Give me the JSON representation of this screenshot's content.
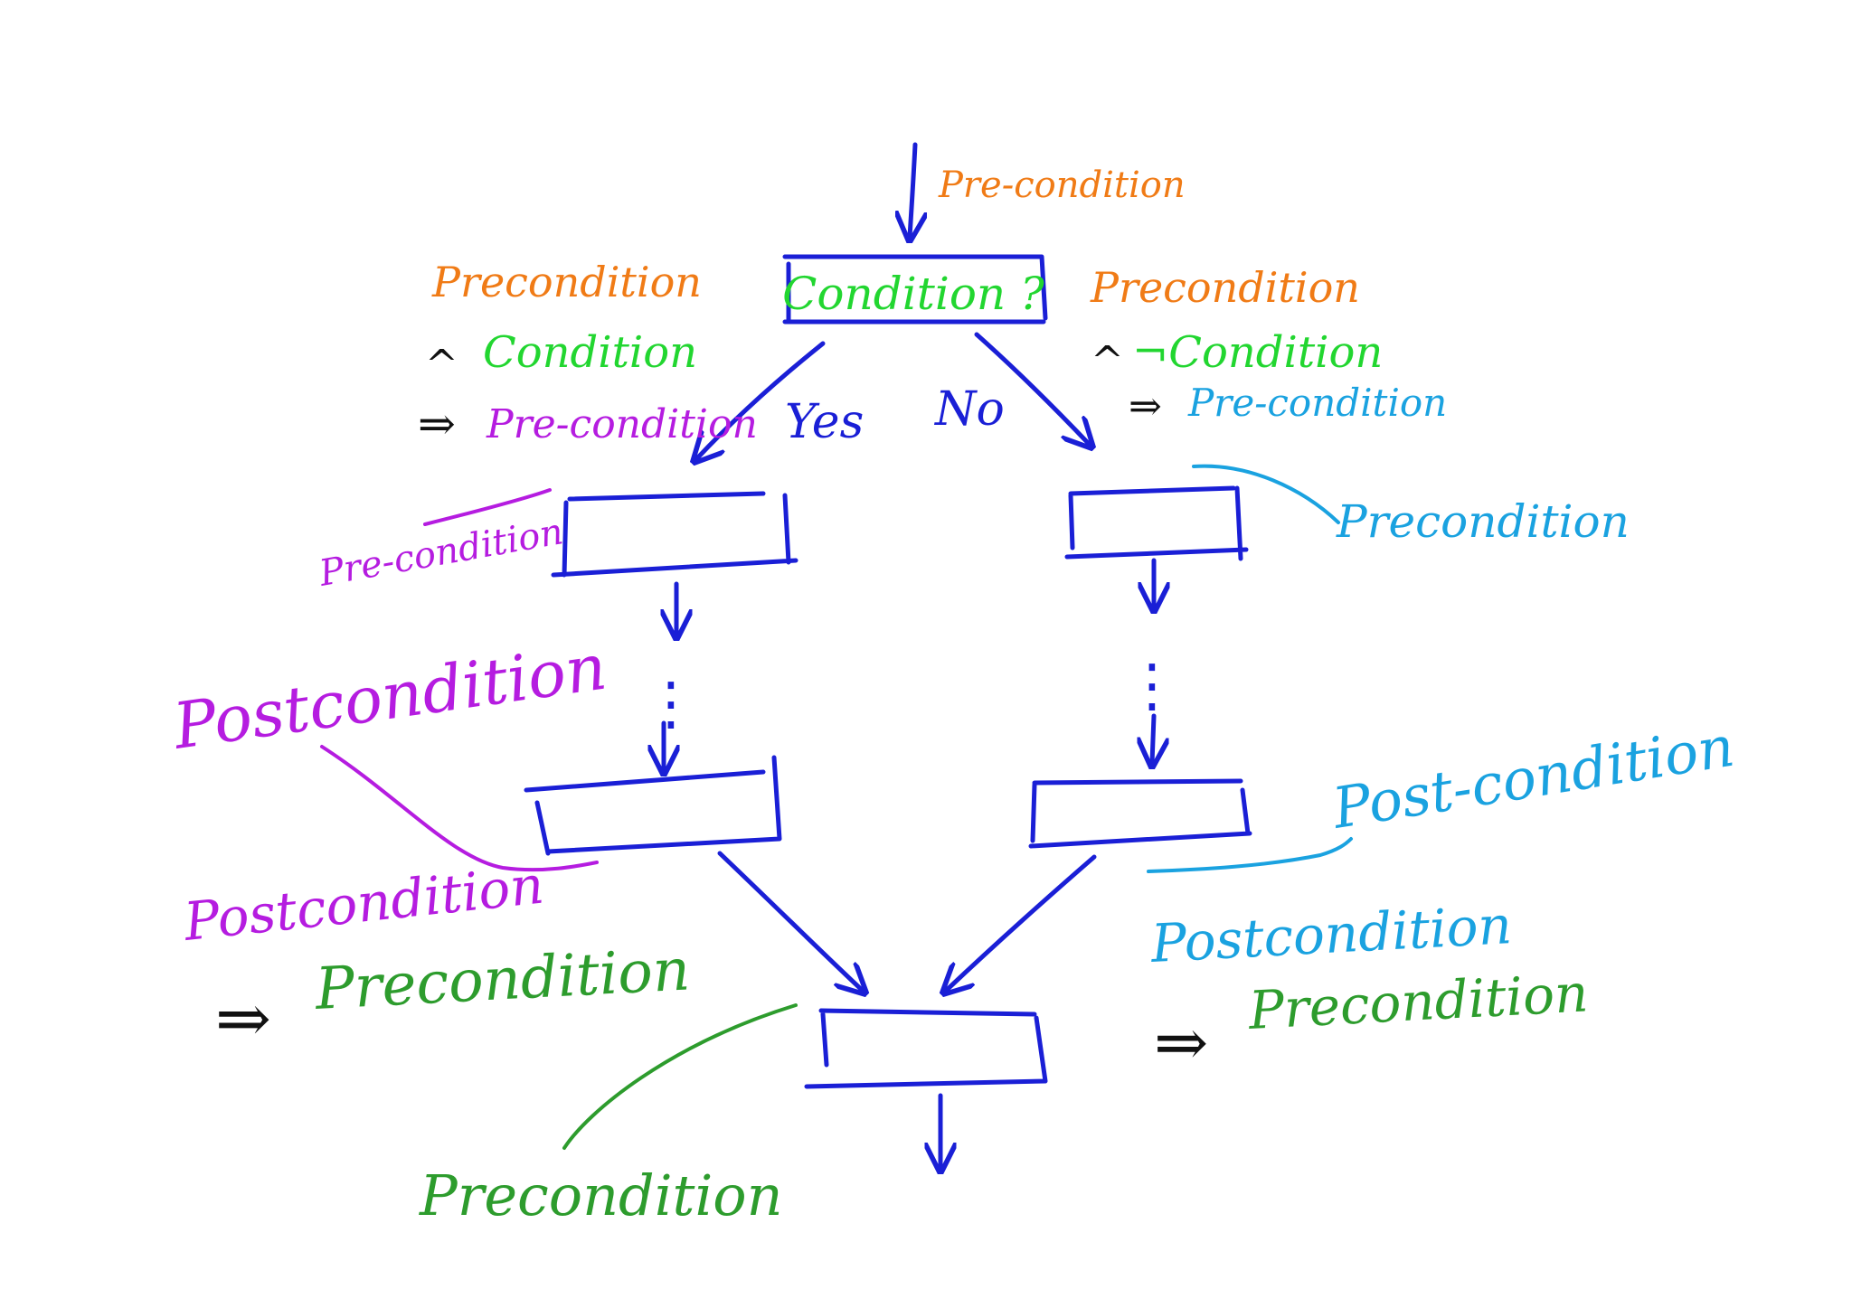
{
  "colors": {
    "flow": "#1a1fd6",
    "orange": "#f07b16",
    "bright_green": "#22d630",
    "purple": "#b51ce0",
    "cyan": "#1aa2e0",
    "dark_green": "#2d9c2d",
    "black": "#111111"
  },
  "labels": {
    "top_precondition": "Pre-condition",
    "decision": "Condition ?",
    "yes": "Yes",
    "no": "No",
    "left_premise": {
      "precondition": "Precondition",
      "and": "^",
      "condition": "Condition",
      "implies": "⇒",
      "result": "Pre-condition"
    },
    "right_premise": {
      "precondition": "Precondition",
      "and": "^",
      "condition": "¬Condition",
      "implies": "⇒",
      "result": "Pre-condition"
    },
    "left_box_precondition": "Pre-condition",
    "right_box_precondition": "Precondition",
    "left_postcondition": "Postcondition",
    "right_postcondition": "Post-condition",
    "left_merge": {
      "postcondition": "Postcondition",
      "implies": "⇒",
      "precondition": "Precondition"
    },
    "right_merge": {
      "postcondition": "Postcondition",
      "implies": "⇒",
      "precondition": "Precondition"
    },
    "bottom_precondition": "Precondition",
    "ellipsis": "⋮"
  }
}
